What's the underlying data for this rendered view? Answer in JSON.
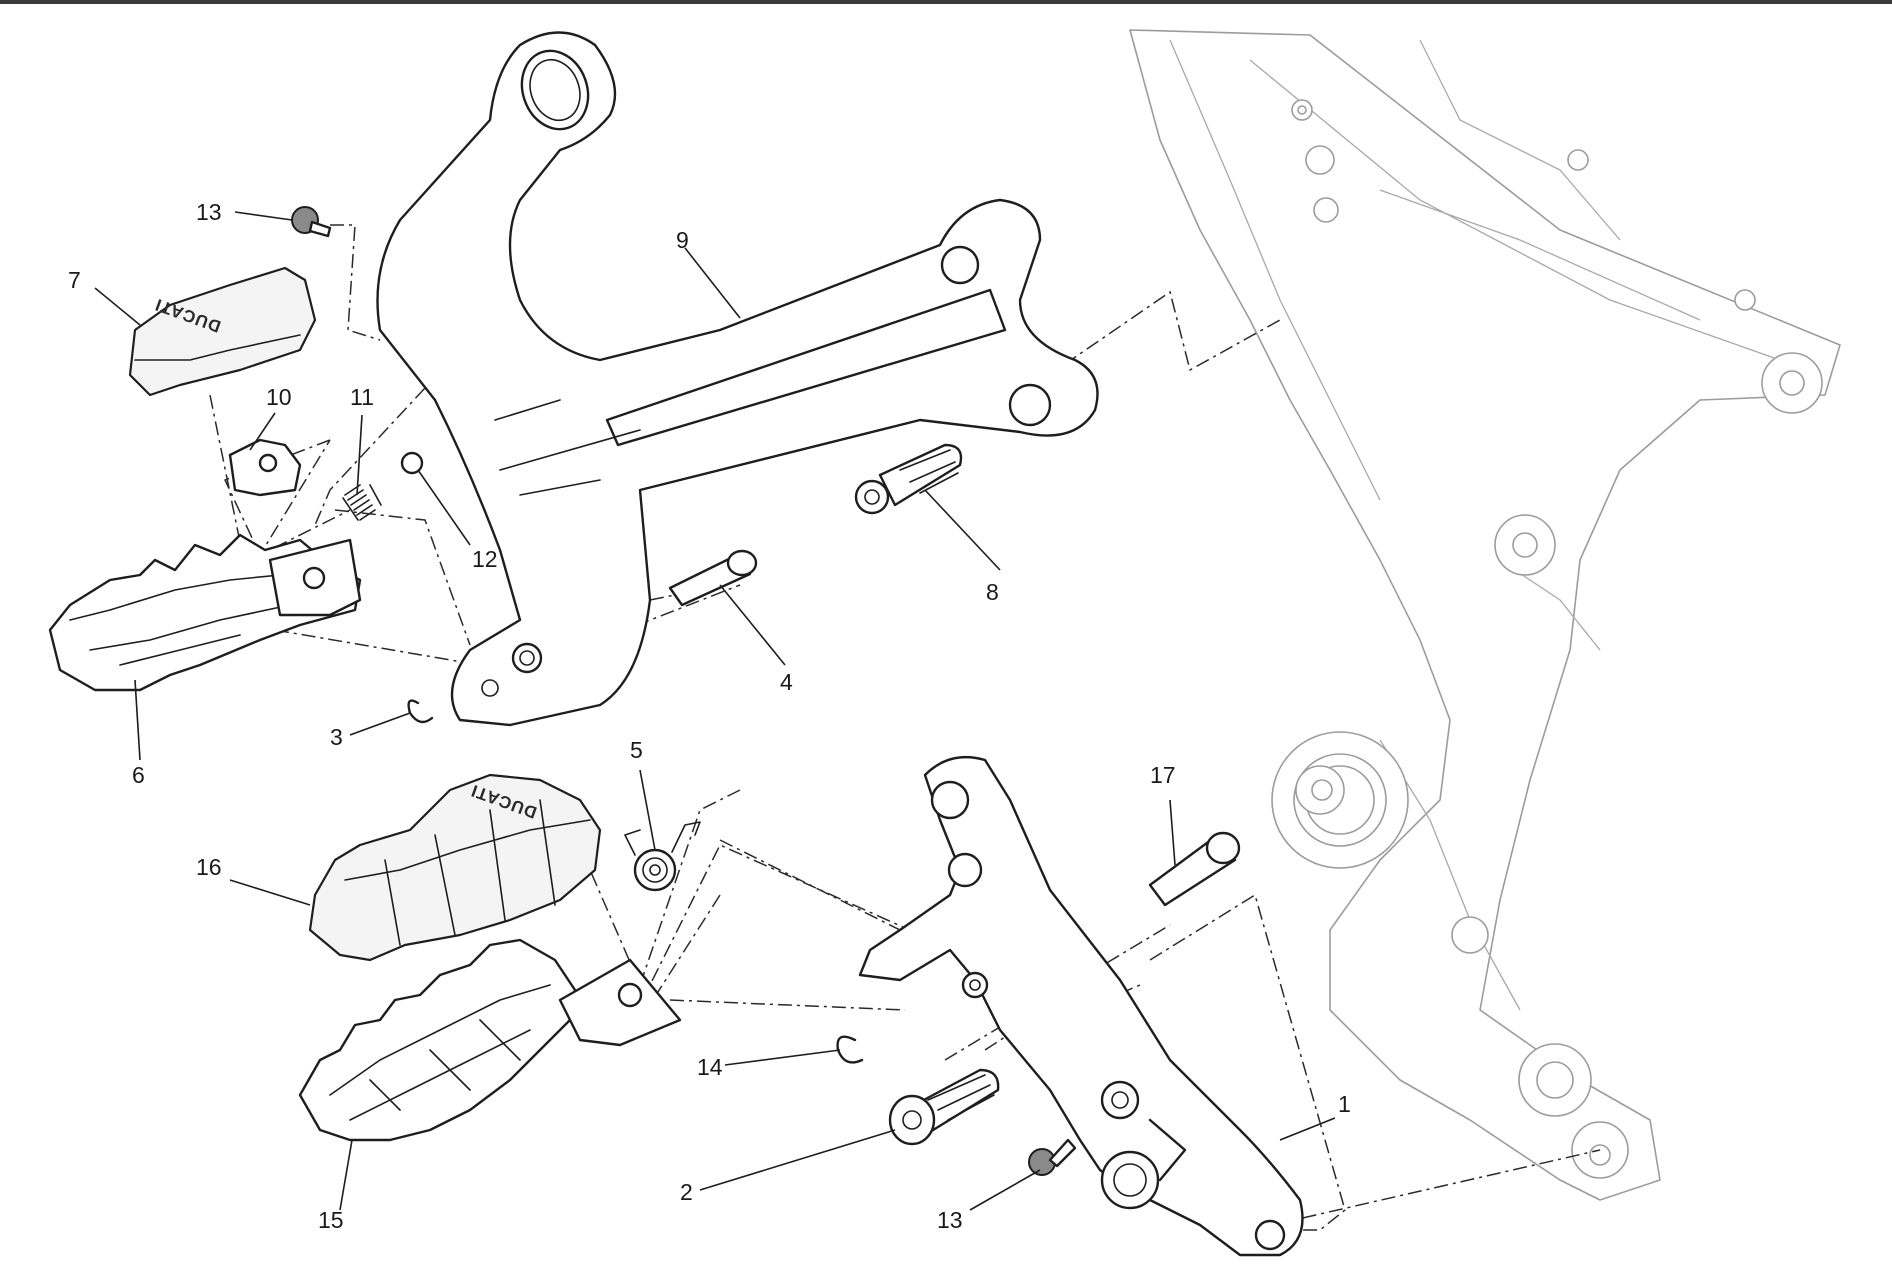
{
  "brand_marks": {
    "upper_rubber": "DUCATI",
    "lower_rubber": "DUCATI"
  },
  "callouts": {
    "c1": "1",
    "c2": "2",
    "c3": "3",
    "c4": "4",
    "c5": "5",
    "c6": "6",
    "c7": "7",
    "c8": "8",
    "c9": "9",
    "c10": "10",
    "c11": "11",
    "c12": "12",
    "c13a": "13",
    "c13b": "13",
    "c14": "14",
    "c15": "15",
    "c16": "16",
    "c17": "17"
  }
}
